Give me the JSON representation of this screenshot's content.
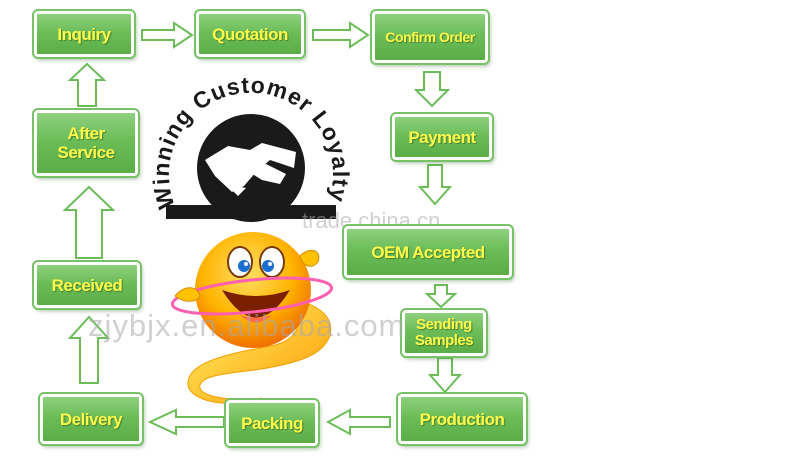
{
  "steps": {
    "inquiry": "Inquiry",
    "quotation": "Quotation",
    "confirm_order": "Confirm Order",
    "payment": "Payment",
    "oem_accepted": "OEM Accepted",
    "sending_samples": "Sending\nSamples",
    "production": "Production",
    "packing": "Packing",
    "delivery": "Delivery",
    "received": "Received",
    "after_service": "After\nService"
  },
  "logo": {
    "arc_text": "Winning Customer Loyalty"
  },
  "watermarks": {
    "top": "trade.china.cn",
    "middle": "zjybjx.en.alibaba.com"
  },
  "colors": {
    "box_green": "#6cbd58",
    "box_text": "#fffb4d",
    "arrow_outline": "#6cbd58"
  }
}
